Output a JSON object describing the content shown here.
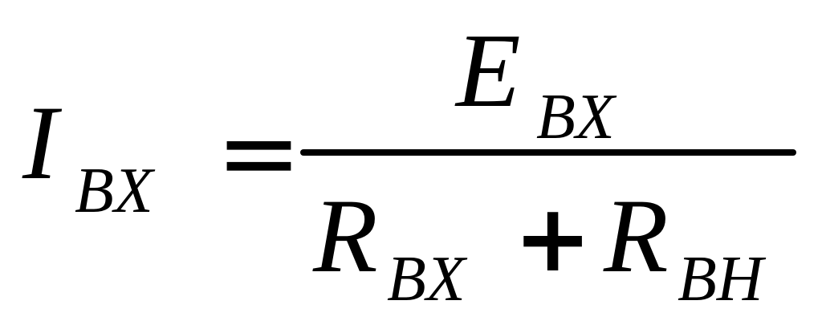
{
  "formula": {
    "lhs": {
      "symbol": "I",
      "subscript": "BX"
    },
    "equals": "=",
    "numerator": {
      "symbol": "E",
      "subscript": "BX"
    },
    "denominator": [
      {
        "symbol": "R",
        "subscript": "BX"
      },
      {
        "operator": "+"
      },
      {
        "symbol": "R",
        "subscript": "BH"
      }
    ]
  }
}
